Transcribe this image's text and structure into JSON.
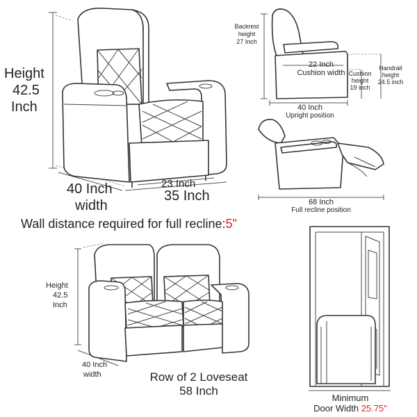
{
  "single_front": {
    "height_label": [
      "Height",
      "42.5",
      "Inch"
    ],
    "width_label": [
      "40 Inch",
      "width"
    ],
    "seat_width": "23 Inch",
    "total_width": "35 Inch"
  },
  "side_upright": {
    "backrest": [
      "Backrest",
      "height",
      "27 Inch"
    ],
    "cushion_width": [
      "22 Inch",
      "Cushion width"
    ],
    "cushion_height": [
      "Cushion",
      "height",
      "19 inch"
    ],
    "handrail_height": [
      "Handrail",
      "height",
      "24.5 inch"
    ],
    "depth": "40 Inch",
    "depth_caption": "Upright position"
  },
  "side_recline": {
    "depth": "68 Inch",
    "caption": "Full recline position"
  },
  "wall_note": {
    "text": "Wall distance required for full recline:",
    "value": "5\""
  },
  "loveseat": {
    "height_label": [
      "Height",
      "42.5",
      "Inch"
    ],
    "depth_label": [
      "40 Inch",
      "width"
    ],
    "title": "Row of 2 Loveseat",
    "length": "58 Inch"
  },
  "door": {
    "caption1": "Minimum",
    "caption2": "Door Width",
    "width_value": "25.75\""
  },
  "colors": {
    "accent": "#e02020",
    "line": "#333333"
  }
}
